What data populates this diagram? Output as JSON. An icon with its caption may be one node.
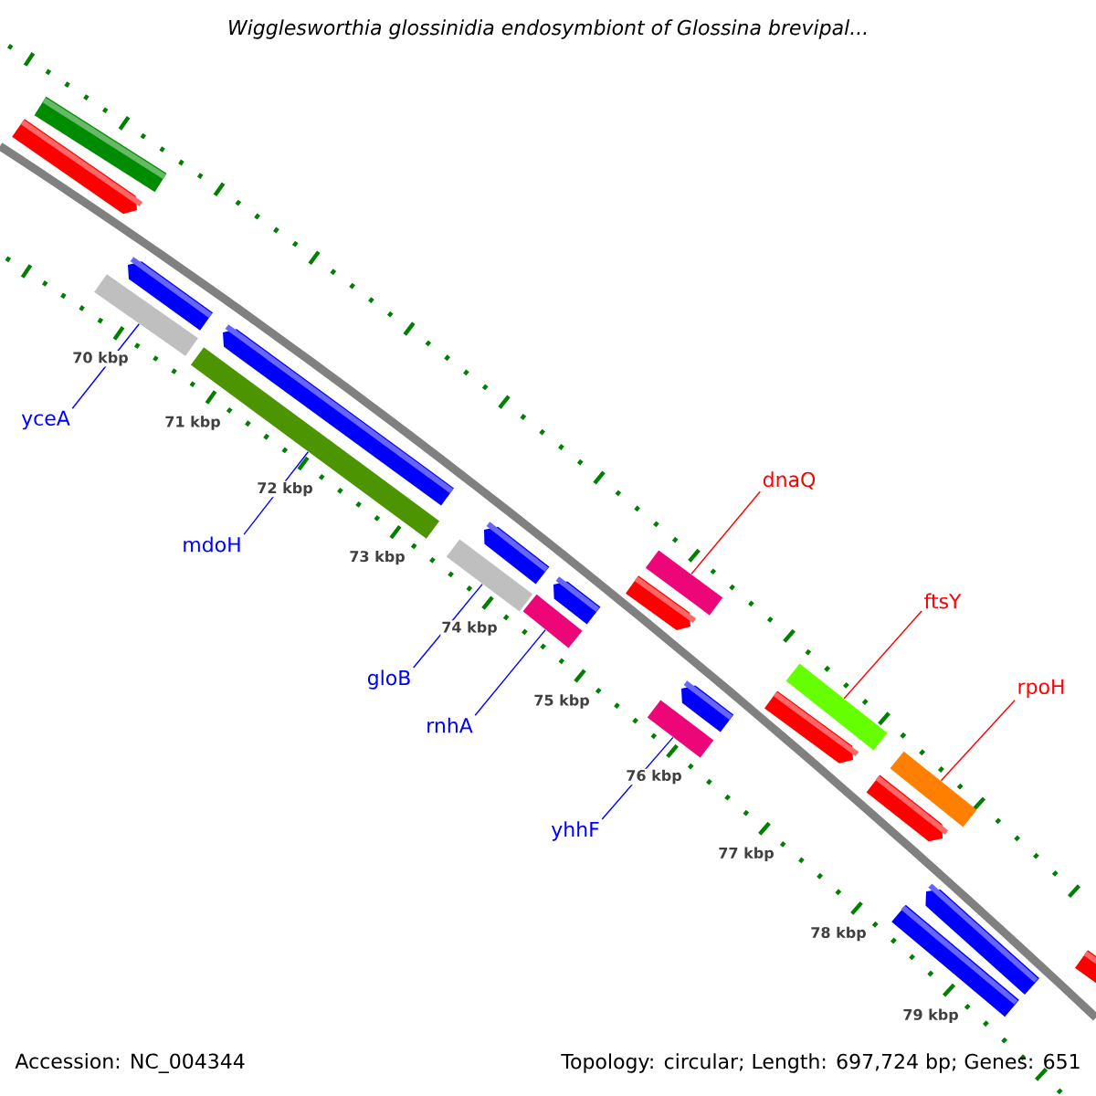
{
  "diagram": {
    "title": "Wigglesworthia glossinidia endosymbiont of Glossina brevipal...",
    "nodes": [
      {
        "text": [
          "yceA"
        ]
      },
      {
        "text": [
          "mdoH"
        ]
      },
      {
        "text": [
          "gloB"
        ]
      },
      {
        "text": [
          "rnhA"
        ]
      },
      {
        "text": [
          "yhhF"
        ]
      },
      {
        "text": [
          "dnaQ"
        ]
      },
      {
        "text": [
          "ftsY"
        ]
      },
      {
        "text": [
          "rpoH"
        ]
      },
      {
        "text": [],
        "shape": "bar"
      },
      {
        "text": [],
        "shape": "bar"
      },
      {
        "text": [],
        "shape": "bar"
      },
      {
        "text": [],
        "shape": "bar"
      },
      {
        "text": [],
        "shape": "bar"
      },
      {
        "text": [],
        "shape": "bar"
      },
      {
        "text": [],
        "shape": "bar"
      },
      {
        "text": [],
        "shape": "bar"
      }
    ],
    "edges": [
      {
        "from": 0,
        "to": 8,
        "arrow": "none"
      },
      {
        "from": 1,
        "to": 9,
        "arrow": "none"
      },
      {
        "from": 2,
        "to": 10,
        "arrow": "none"
      },
      {
        "from": 3,
        "to": 11,
        "arrow": "none"
      },
      {
        "from": 4,
        "to": 12,
        "arrow": "none"
      },
      {
        "from": 5,
        "to": 13,
        "arrow": "none",
        "color": "#ff0000"
      },
      {
        "from": 6,
        "to": 14,
        "arrow": "none",
        "color": "#ff0000"
      },
      {
        "from": 7,
        "to": 15,
        "arrow": "none",
        "color": "#ff0000"
      }
    ],
    "labels": [
      "70 kbp",
      "71 kbp",
      "72 kbp",
      "73 kbp",
      "74 kbp",
      "75 kbp",
      "76 kbp",
      "77 kbp",
      "78 kbp",
      "79 kbp",
      "Accession: NC_004344",
      "Topology: circular; Length: 697,724 bp; Genes: 651"
    ]
  }
}
